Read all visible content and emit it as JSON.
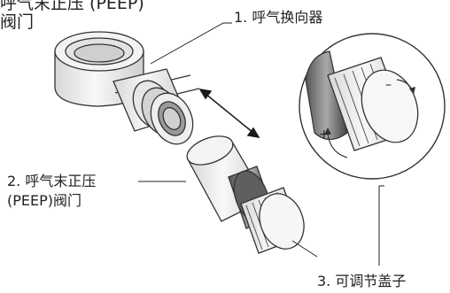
{
  "heading": {
    "line1": "呼气末正压 (PEEP)",
    "line2": "阀门"
  },
  "callouts": {
    "label1": "1. 呼气换向器",
    "label2_line1": "2. 呼气末正压",
    "label2_line2": "(PEEP)阀门",
    "label3": "3. 可调节盖子"
  },
  "dial_marks": {
    "minus": "–",
    "plus": "+"
  }
}
